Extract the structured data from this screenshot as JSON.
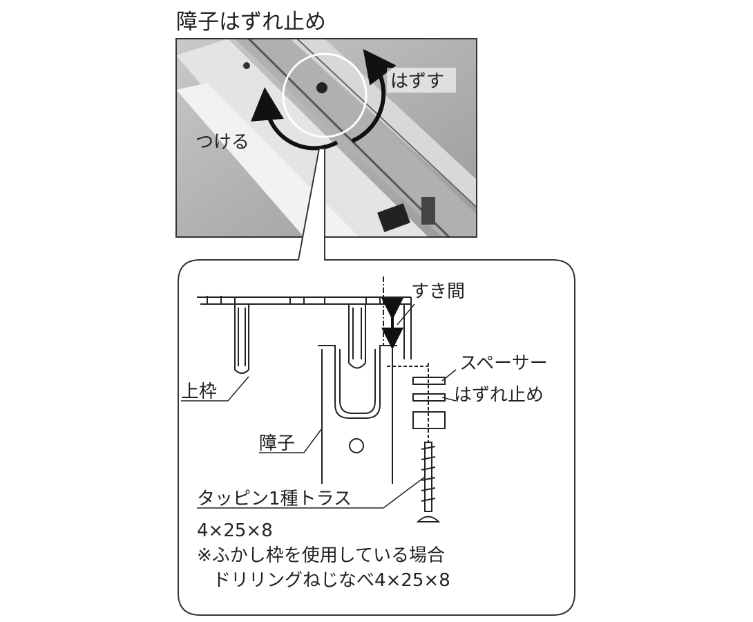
{
  "title": "障子はずれ止め",
  "photo": {
    "remove_label": "はずす",
    "attach_label": "つける"
  },
  "detail": {
    "gap_label": "すき間",
    "spacer_label": "スペーサー",
    "stopper_label": "はずれ止め",
    "upper_frame_label": "上枠",
    "sash_label": "障子",
    "screw_label": "タッピン1種トラス",
    "screw_size": "4×25×8",
    "note_line1": "※ふかし枠を使用している場合",
    "note_line2": "ドリリングねじなべ4×25×8"
  }
}
